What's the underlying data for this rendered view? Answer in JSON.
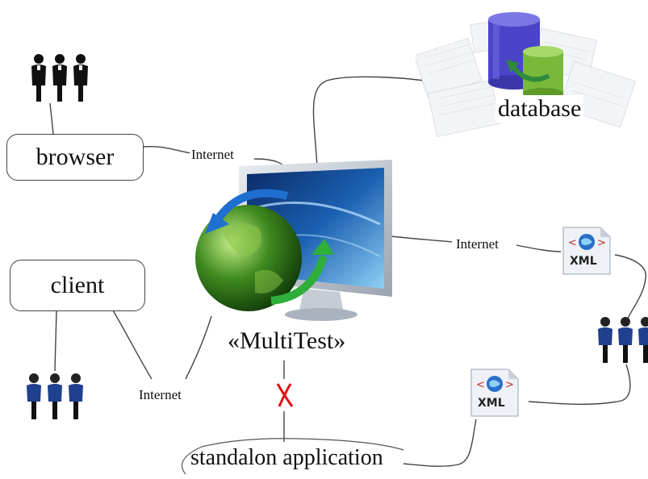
{
  "nodes": {
    "browser": "browser",
    "client": "client",
    "database": "database",
    "center": "«MultiTest»",
    "standalone": "standalon application"
  },
  "edges": {
    "browser_link": "Internet",
    "xml_link": "Internet",
    "client_link": "Internet"
  },
  "icons": {
    "xml_top": "XML",
    "xml_bottom": "XML"
  },
  "colors": {
    "suit_dark": "#111111",
    "suit_blue": "#1f3f8f",
    "x_mark": "#e01010",
    "db_blue": "#4a44c8",
    "db_green": "#7ab83a",
    "screen_blue": "#1a5fb0",
    "globe_green": "#3f8a1f"
  }
}
